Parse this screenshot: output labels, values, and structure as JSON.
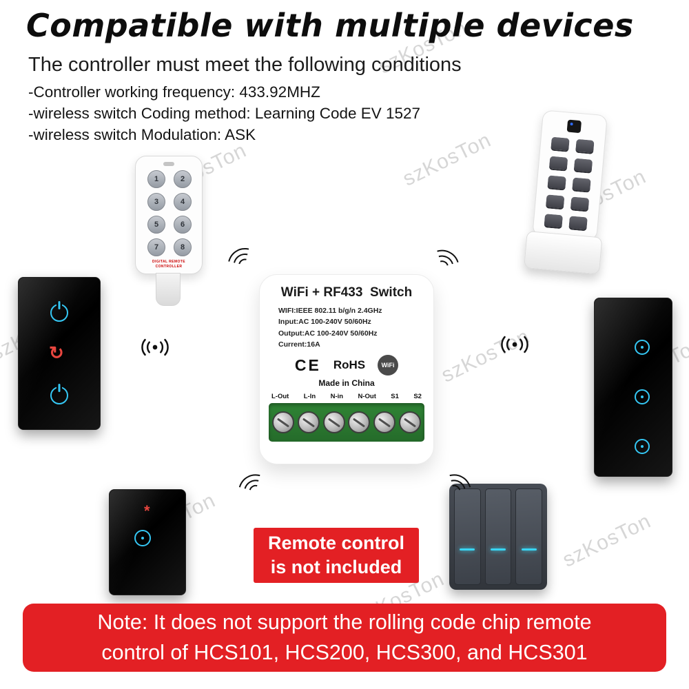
{
  "header": {
    "title": "Compatible with multiple devices",
    "subtitle": "The controller must meet the following conditions",
    "conditions": [
      "-Controller working frequency: 433.92MHZ",
      "-wireless switch Coding method: Learning Code EV 1527",
      "-wireless switch Modulation: ASK"
    ]
  },
  "module": {
    "title": "WiFi + RF433  Switch",
    "specs": [
      "WIFI:IEEE 802.11 b/g/n 2.4GHz",
      "Input:AC 100-240V 50/60Hz",
      "Output:AC 100-240V 50/60Hz",
      "Current:16A"
    ],
    "cert_ce": "CE",
    "cert_rohs": "RoHS",
    "cert_wifi": "WiFi",
    "made_in": "Made in China",
    "terminals": [
      "L-Out",
      "L-In",
      "N-in",
      "N-Out",
      "S1",
      "S2"
    ]
  },
  "remote_numeric": {
    "buttons": [
      "1",
      "2",
      "3",
      "4",
      "5",
      "6",
      "7",
      "8"
    ],
    "label_line1": "DIGITAL REMOTE",
    "label_line2": "CONTROLLER"
  },
  "notice": {
    "lines": [
      "Remote control",
      "is not included"
    ]
  },
  "footer_note": {
    "lines": [
      "Note: It does not support the rolling code chip remote",
      "control of HCS101, HCS200, HCS300, and HCS301"
    ]
  },
  "watermark": "szKosTon",
  "icons": {
    "refresh_glyph": "↻",
    "star_glyph": "*"
  },
  "colors": {
    "accent_red": "#e32024",
    "signal_blue": "#35c8f5",
    "terminal_green": "#2f8435"
  }
}
